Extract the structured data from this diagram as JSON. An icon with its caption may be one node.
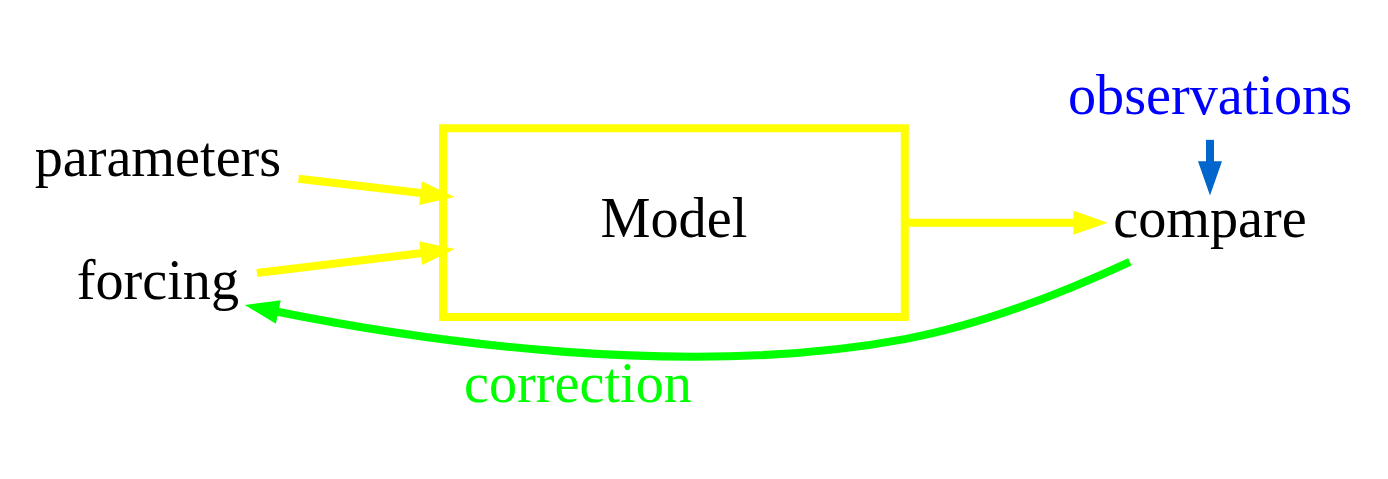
{
  "diagram": {
    "nodes": [
      {
        "text": [
          "parameters"
        ]
      },
      {
        "text": [
          "forcing"
        ]
      },
      {
        "text": [
          "Model"
        ]
      },
      {
        "text": [
          "compare"
        ]
      },
      {
        "text": [
          "observations"
        ]
      }
    ],
    "edges": [
      {
        "from": 0,
        "to": 2,
        "arrow": "to"
      },
      {
        "from": 1,
        "to": 2,
        "arrow": "to"
      },
      {
        "from": 2,
        "to": 3,
        "arrow": "to"
      },
      {
        "from": 4,
        "to": 3,
        "arrow": "to",
        "color": "#0066cc"
      },
      {
        "from": 3,
        "to": 1,
        "arrow": "to",
        "label": "correction",
        "color": "#00ff00"
      }
    ]
  }
}
